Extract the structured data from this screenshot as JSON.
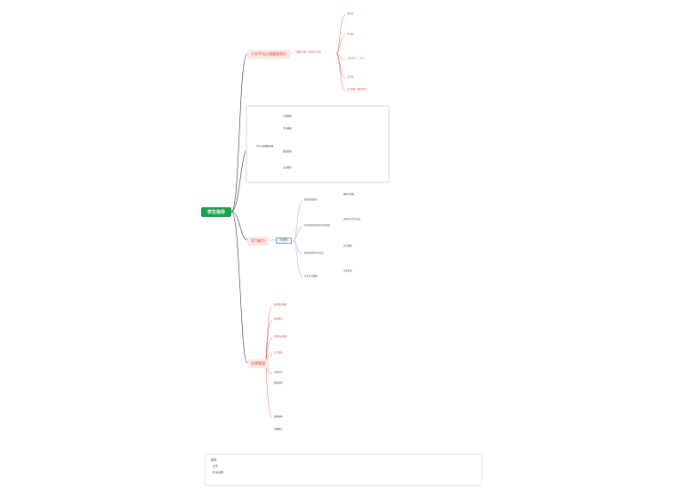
{
  "root": {
    "label": "学生指导"
  },
  "branches": [
    {
      "id": "b1",
      "label": "小学平均心理健康常识"
    },
    {
      "id": "b2",
      "label": "学习能力"
    },
    {
      "id": "b3",
      "label": "纪律管理"
    }
  ],
  "b1": {
    "sub": "广泛解决问题，帮助孩子成长",
    "items": [
      "成长类",
      "学习类",
      "人际关系（一对一）",
      "生活类",
      "行为问题（偶尔发生）"
    ],
    "panel_title": "学生心理健康问题",
    "panel_items": [
      "心理健康",
      "学习困难",
      "情绪管理",
      "安全教育"
    ]
  },
  "b2": {
    "center": "方法建议",
    "groups": [
      "知识的系统化",
      "学习任务的布置与学习习惯",
      "课堂纪律的学习方法",
      "作业学习策略"
    ],
    "details": [
      "教材与资源",
      "指导学生学习方法",
      "复习策略",
      "作业批改"
    ]
  },
  "b3": {
    "groups": [
      "纪律规范教育",
      "班规制定",
      "课堂纪律管理",
      "行为奖惩"
    ],
    "items": [
      "正面引导",
      "监督反馈",
      "奖励表扬",
      "沟通家长"
    ]
  },
  "legend": {
    "title": "图例：",
    "items": [
      "文字",
      "补充说明"
    ]
  }
}
